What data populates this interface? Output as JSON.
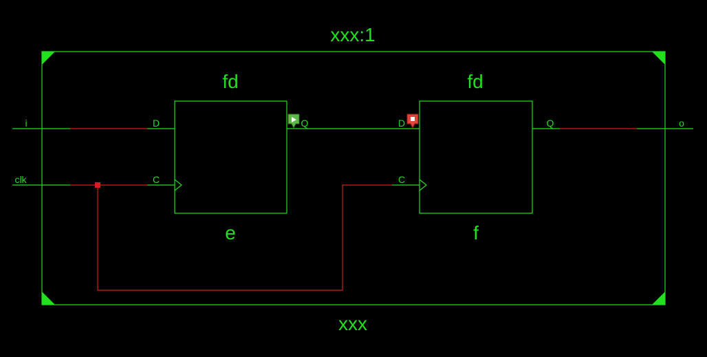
{
  "design": {
    "title": "xxx:1",
    "name": "xxx"
  },
  "ports": {
    "input_i": "i",
    "input_clk": "clk",
    "output_o": "o"
  },
  "cells": [
    {
      "instance": "e",
      "type": "fd",
      "pin_d": "D",
      "pin_c": "C",
      "pin_q": "Q"
    },
    {
      "instance": "f",
      "type": "fd",
      "pin_d": "D",
      "pin_c": "C",
      "pin_q": "Q"
    }
  ],
  "markers": {
    "start_marker_icon": "green-play-flag-icon",
    "end_marker_icon": "red-stop-flag-icon"
  },
  "colors": {
    "background": "#000000",
    "wire": "#22e01e",
    "highlight_wire": "#d21e1e",
    "text": "#22e01e",
    "start_marker": "#5fb84a",
    "end_marker": "#e0453a"
  }
}
